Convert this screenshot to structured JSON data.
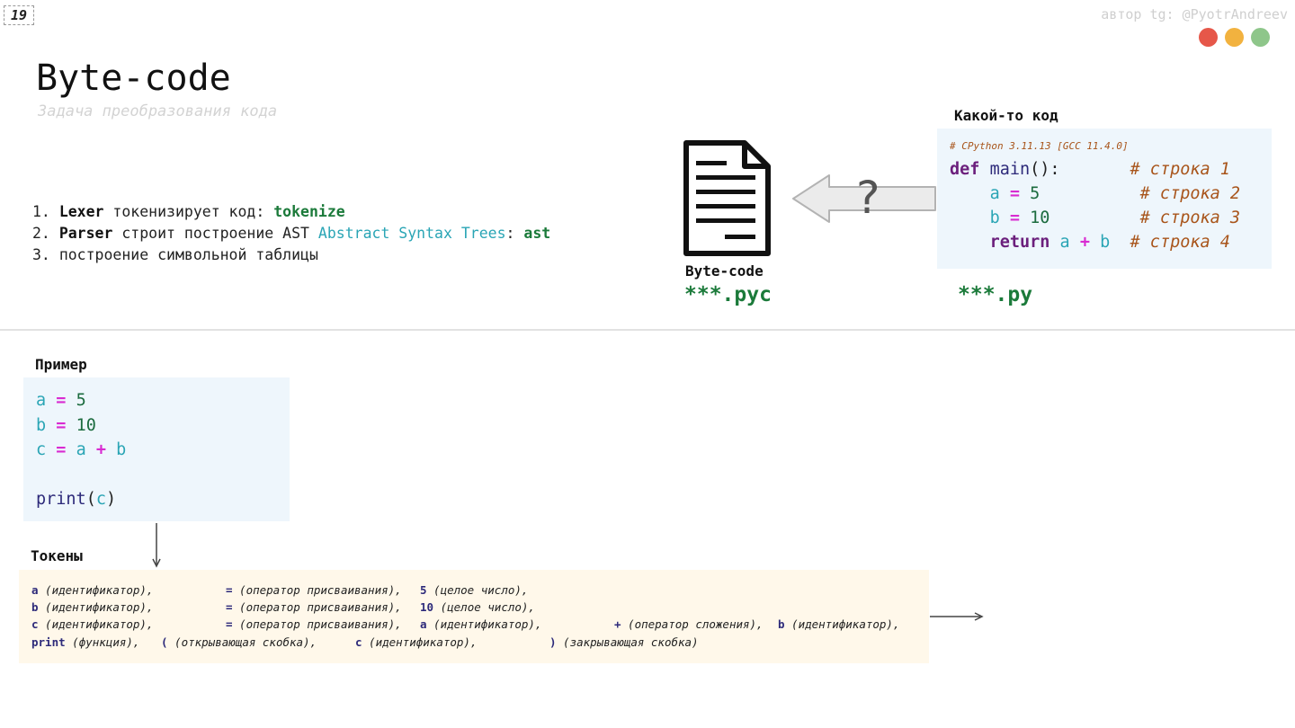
{
  "page_number": "19",
  "author": "автор tg: @PyotrAndreev",
  "window_dots": {
    "red": "#e65749",
    "yellow": "#f2b23f",
    "green": "#8ec68a"
  },
  "title": "Byte-code",
  "subtitle": "Задача преобразования кода",
  "steps": [
    {
      "num": "1.",
      "a_bold": "Lexer",
      "b": " токенизирует код: ",
      "c_green": "tokenize"
    },
    {
      "num": "2.",
      "a_bold": "Parser",
      "b": " строит построение AST ",
      "c_teal": "Abstract Syntax Trees",
      "d": ": ",
      "e_green": "ast"
    },
    {
      "num": "3.",
      "text": "построение символьной таблицы"
    }
  ],
  "bytecode": {
    "label": "Byte-code",
    "ext": "***.pyc",
    "icon": "document-icon"
  },
  "arrow": {
    "icon": "left-arrow-icon",
    "mark": "?"
  },
  "source": {
    "title": "Какой-то код",
    "header_comment": "# CPython 3.11.13 [GCC 11.4.0]",
    "line1": {
      "kw": "def",
      "fn": "main",
      "punct": "():",
      "comment": "# строка 1"
    },
    "line2": {
      "var": "a",
      "op": "=",
      "num": "5",
      "comment": "# строка 2"
    },
    "line3": {
      "var": "b",
      "op": "=",
      "num": "10",
      "comment": "# строка 3"
    },
    "line4": {
      "kw": "return",
      "var1": "a",
      "op": "+",
      "var2": "b",
      "comment": "# строка 4"
    },
    "ext": "***.py"
  },
  "example": {
    "label": "Пример",
    "line1": {
      "var": "a",
      "op": "=",
      "num": "5"
    },
    "line2": {
      "var": "b",
      "op": "=",
      "num": "10"
    },
    "line3": {
      "var": "c",
      "op": "=",
      "var1": "a",
      "op2": "+",
      "var2": "b"
    },
    "line4": {
      "fn": "print",
      "open": "(",
      "arg": "c",
      "close": ")"
    }
  },
  "tokens": {
    "label": "Токены",
    "rows": [
      [
        {
          "tok": "a",
          "desc": " (идентификатор),"
        },
        {
          "tok": "=",
          "desc": " (оператор присваивания),"
        },
        {
          "tok": "5",
          "desc": " (целое число),"
        }
      ],
      [
        {
          "tok": "b",
          "desc": " (идентификатор),"
        },
        {
          "tok": "=",
          "desc": " (оператор присваивания),"
        },
        {
          "tok": "10",
          "desc": " (целое число),"
        }
      ],
      [
        {
          "tok": "c",
          "desc": " (идентификатор),"
        },
        {
          "tok": "=",
          "desc": " (оператор присваивания),"
        },
        {
          "tok": "a",
          "desc": " (идентификатор),"
        },
        {
          "tok": "+",
          "desc": " (оператор сложения),"
        },
        {
          "tok": "b",
          "desc": " (идентификатор),"
        }
      ],
      [
        {
          "tok": "print",
          "desc": " (функция),"
        },
        {
          "tok": "(",
          "desc": " (открывающая скобка),"
        },
        {
          "tok": "c",
          "desc": " (идентификатор),"
        },
        {
          "tok": ")",
          "desc": " (закрывающая скобка)"
        }
      ]
    ]
  }
}
